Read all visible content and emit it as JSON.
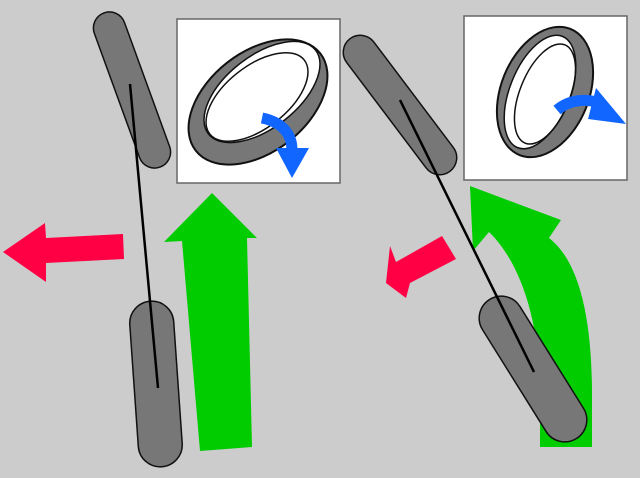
{
  "colors": {
    "background": "#cccccc",
    "tire_fill": "#777777",
    "tire_stroke": "#111111",
    "axis_line": "#000000",
    "force_arrow_red": "#ff0044",
    "motion_arrow_green": "#00cc00",
    "rotation_arrow_blue": "#1166ff",
    "inset_background": "#ffffff",
    "inset_border": "#666666"
  },
  "panels": [
    {
      "id": "left",
      "tires": [
        "upper-wheel",
        "lower-wheel"
      ],
      "inset": {
        "icon": "tilted-ring-rotation-icon",
        "rotation": "clockwise-down"
      },
      "side_force_arrow": "left",
      "motion_arrow": "straight-up"
    },
    {
      "id": "right",
      "tires": [
        "upper-wheel",
        "lower-wheel"
      ],
      "inset": {
        "icon": "tilted-ring-rotation-icon",
        "rotation": "clockwise-right"
      },
      "side_force_arrow": "left-down",
      "motion_arrow": "curved-up-left"
    }
  ]
}
